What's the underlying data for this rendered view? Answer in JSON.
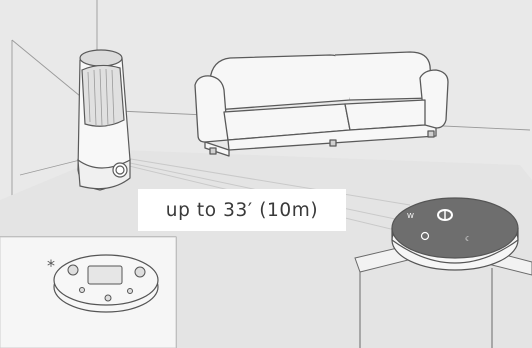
{
  "illustration": {
    "distance_label": "up to 33′ (10m)",
    "footnote_mark": "*",
    "devices": {
      "purifier": "air-purifier",
      "robot_top": "robot-vacuum-top",
      "robot_bottom": "robot-vacuum-underside",
      "sofa": "sofa"
    }
  },
  "colors": {
    "background": "#e8e8e8",
    "floor": "#ececec",
    "line": "#555555",
    "device_top": "#6f6f6f",
    "label_bg": "#ffffff",
    "label_text": "#3a3a3a"
  }
}
